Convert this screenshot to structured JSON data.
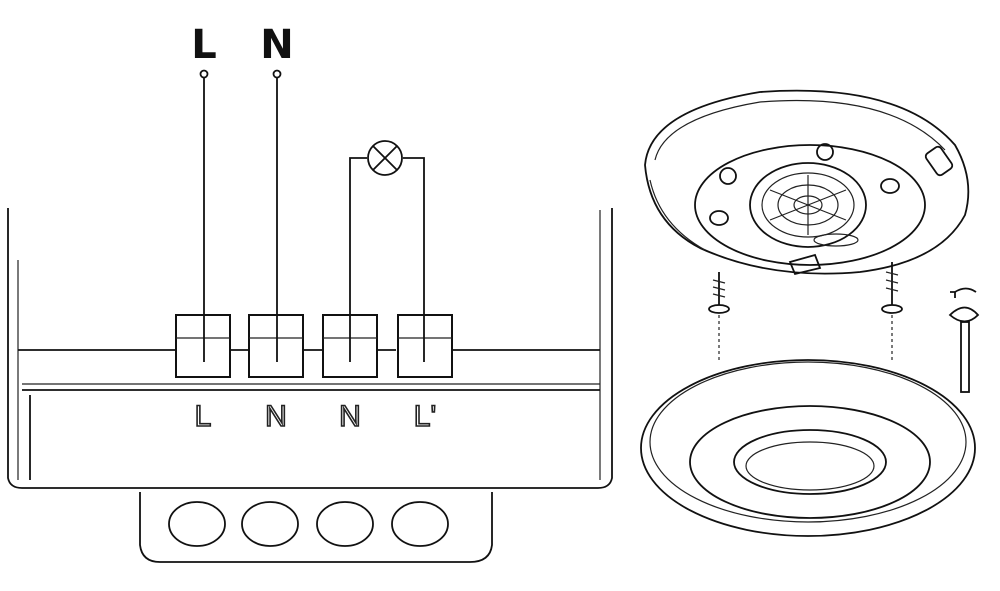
{
  "supply_labels": {
    "live": "L",
    "neutral": "N"
  },
  "terminal_labels": [
    "L",
    "N",
    "N",
    "L'"
  ],
  "colors": {
    "line": "#111111",
    "background": "#ffffff"
  },
  "icons": [
    "lamp-icon",
    "rotation-arrow-icon",
    "screw-icon"
  ]
}
